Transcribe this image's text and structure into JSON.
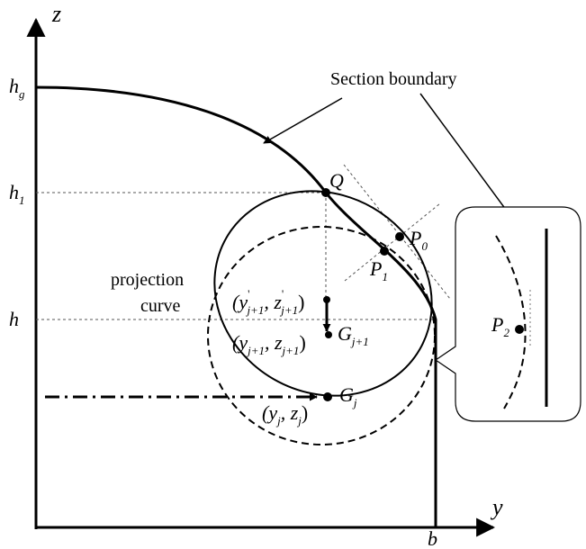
{
  "axes": {
    "z_label": "z",
    "y_label": "y"
  },
  "ticks": {
    "hg": {
      "main": "h",
      "sub": "g"
    },
    "h1": {
      "main": "h",
      "sub": "1"
    },
    "h": {
      "main": "h"
    },
    "b": {
      "main": "b"
    }
  },
  "points": {
    "Q": "Q",
    "P0": {
      "main": "P",
      "sub": "0"
    },
    "P1": {
      "main": "P",
      "sub": "1"
    },
    "P2": {
      "main": "P",
      "sub": "2"
    },
    "Gj1": {
      "main": "G",
      "sub": "j+1"
    },
    "Gj": {
      "main": "G",
      "sub": "j"
    }
  },
  "coords": {
    "prime": {
      "open": "(y",
      "sup1": "'",
      "sub1": "j+1",
      "mid": ", z",
      "sup2": "'",
      "sub2": "j+1",
      "close": ")"
    },
    "next": {
      "open": "(y",
      "sub1": "j+1",
      "mid": ", z",
      "sub2": "j+1",
      "close": ")"
    },
    "cur": {
      "open": "(y",
      "sub1": "j",
      "mid": ", z",
      "sub2": "j",
      "close": ")"
    }
  },
  "labels": {
    "section_boundary": "Section boundary",
    "projection_line1": "projection",
    "projection_line2": "curve"
  }
}
